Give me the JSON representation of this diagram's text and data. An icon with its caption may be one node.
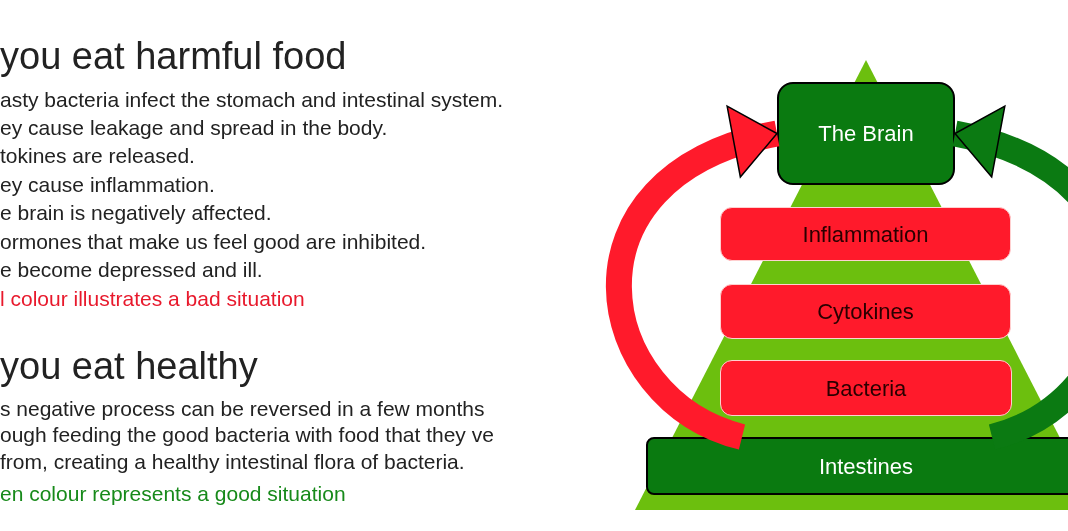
{
  "diagram": {
    "nodes": [
      {
        "text": [
          "The Brain"
        ]
      },
      {
        "text": [
          "Inflammation"
        ]
      },
      {
        "text": [
          "Cytokines"
        ]
      },
      {
        "text": [
          "Bacteria"
        ]
      },
      {
        "text": [
          "Intestines"
        ]
      }
    ],
    "edges": [
      {
        "from": 4,
        "to": 0,
        "arrow": "to",
        "color": "#ff1a2b"
      },
      {
        "from": 4,
        "to": 0,
        "arrow": "to",
        "color": "#0b7a12"
      }
    ],
    "labels": [
      "you eat harmful food",
      "asty bacteria infect the stomach and intestinal system.",
      "ey cause leakage and spread in the body.",
      "tokines are released.",
      "ey cause inflammation.",
      "e brain is negatively affected.",
      "ormones that make us feel good are inhibited.",
      "e become depressed and ill.",
      "l colour illustrates a bad situation",
      "you eat healthy",
      "s negative process can be reversed in a few months ough feeding the good bacteria with food that they ve from, creating a healthy intestinal flora of bacteria.",
      "en colour represents a good situation"
    ]
  }
}
